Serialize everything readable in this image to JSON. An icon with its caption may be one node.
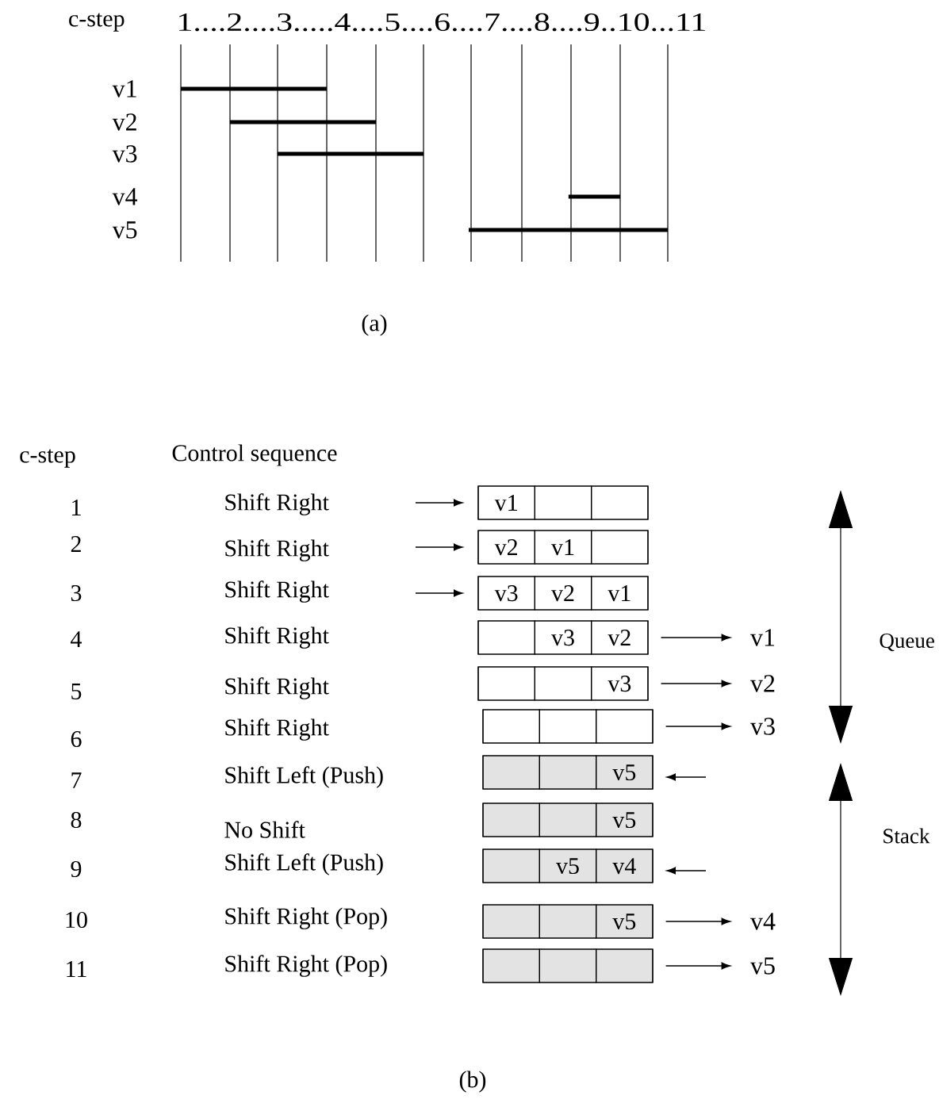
{
  "diagram": {
    "nodes": [
      {
        "text": [],
        "shape": "box"
      },
      {
        "text": [
          "v1"
        ],
        "in": 0
      },
      {
        "text": [],
        "shape": "box",
        "in": 0
      },
      {
        "text": [],
        "shape": "box",
        "in": 0
      },
      {
        "text": [],
        "shape": "box"
      },
      {
        "text": [
          "v2"
        ],
        "in": 4
      },
      {
        "text": [
          "v1"
        ],
        "in": 4
      },
      {
        "text": [],
        "shape": "box",
        "in": 4
      },
      {
        "text": [],
        "shape": "box"
      },
      {
        "text": [
          "v3"
        ],
        "in": 8
      },
      {
        "text": [
          "v2"
        ],
        "in": 8
      },
      {
        "text": [
          "v1"
        ],
        "in": 8
      },
      {
        "text": [],
        "shape": "box"
      },
      {
        "text": [],
        "shape": "box",
        "in": 12
      },
      {
        "text": [
          "v3"
        ],
        "in": 12
      },
      {
        "text": [
          "v2"
        ],
        "in": 12
      },
      {
        "text": [
          "v1"
        ]
      },
      {
        "text": [],
        "shape": "box"
      },
      {
        "text": [],
        "shape": "box",
        "in": 17
      },
      {
        "text": [],
        "shape": "box",
        "in": 17
      },
      {
        "text": [
          "v3"
        ],
        "in": 17
      },
      {
        "text": [
          "v2"
        ]
      },
      {
        "text": [],
        "shape": "box"
      },
      {
        "text": [],
        "shape": "box",
        "in": 22
      },
      {
        "text": [],
        "shape": "box",
        "in": 22
      },
      {
        "text": [],
        "shape": "box",
        "in": 22
      },
      {
        "text": [
          "v3"
        ]
      },
      {
        "text": [],
        "shape": "box"
      },
      {
        "text": [],
        "shape": "box",
        "in": 27
      },
      {
        "text": [],
        "shape": "box",
        "in": 27
      },
      {
        "text": [
          "v5"
        ],
        "in": 27
      },
      {
        "text": [],
        "shape": "box"
      },
      {
        "text": [],
        "shape": "box",
        "in": 31
      },
      {
        "text": [],
        "shape": "box",
        "in": 31
      },
      {
        "text": [
          "v5"
        ],
        "in": 31
      },
      {
        "text": [],
        "shape": "box"
      },
      {
        "text": [],
        "shape": "box",
        "in": 35
      },
      {
        "text": [
          "v5"
        ],
        "in": 35
      },
      {
        "text": [
          "v4"
        ],
        "in": 35
      },
      {
        "text": [],
        "shape": "box"
      },
      {
        "text": [],
        "shape": "box",
        "in": 39
      },
      {
        "text": [],
        "shape": "box",
        "in": 39
      },
      {
        "text": [
          "v5"
        ],
        "in": 39
      },
      {
        "text": [
          "v4"
        ]
      },
      {
        "text": [],
        "shape": "box"
      },
      {
        "text": [],
        "shape": "box",
        "in": 44
      },
      {
        "text": [],
        "shape": "box",
        "in": 44
      },
      {
        "text": [],
        "shape": "box",
        "in": 44
      },
      {
        "text": [
          "v5"
        ]
      }
    ],
    "edges": [
      {
        "from": null,
        "to": 0,
        "arrow": "to"
      },
      {
        "from": null,
        "to": 4,
        "arrow": "to"
      },
      {
        "from": null,
        "to": 8,
        "arrow": "to"
      },
      {
        "from": 12,
        "to": 16,
        "arrow": "to"
      },
      {
        "from": 17,
        "to": 21,
        "arrow": "to"
      },
      {
        "from": 22,
        "to": 26,
        "arrow": "to"
      },
      {
        "from": null,
        "to": 27,
        "arrow": "to"
      },
      {
        "from": null,
        "to": 35,
        "arrow": "to"
      },
      {
        "from": 39,
        "to": 43,
        "arrow": "to"
      },
      {
        "from": 44,
        "to": 48,
        "arrow": "to"
      }
    ],
    "labels": [
      "c-step",
      "1....2....3.....4....5....6....7....8....9..10...11",
      "v1",
      "v2",
      "v3",
      "v4",
      "v5",
      "(a)",
      "c-step",
      "Control sequence",
      "1",
      "Shift Right",
      "2",
      "Shift Right",
      "3",
      "Shift Right",
      "4",
      "Shift Right",
      "5",
      "Shift Right",
      "6",
      "Shift Right",
      "7",
      "Shift Left (Push)",
      "8",
      "No Shift",
      "9",
      "Shift Left (Push)",
      "10",
      "Shift Right (Pop)",
      "11",
      "Shift Right (Pop)",
      "Queue",
      "Stack",
      "(b)"
    ]
  }
}
